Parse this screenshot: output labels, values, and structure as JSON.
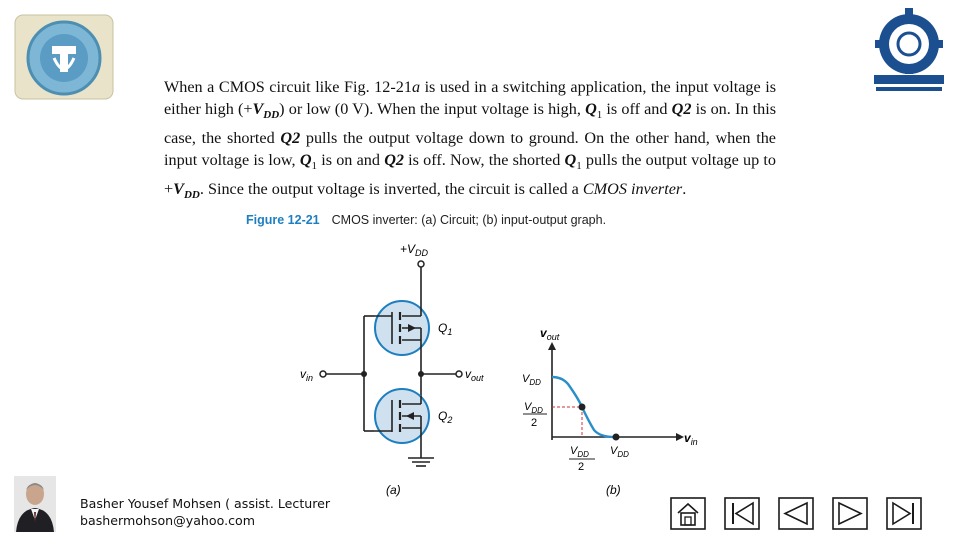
{
  "slide": {
    "paragraph": [
      {
        "t": "When a CMOS circuit like Fig. 12-21"
      },
      {
        "t": "a",
        "i": true
      },
      {
        "t": " is used in a switching application, the input voltage is either high (+"
      },
      {
        "t": "V",
        "i": true,
        "b": true
      },
      {
        "t": "DD",
        "i": true,
        "b": true,
        "sub": true
      },
      {
        "t": ") or low (0 V). When the input voltage is high, "
      },
      {
        "t": "Q",
        "i": true,
        "b": true
      },
      {
        "t": "1",
        "sub": true
      },
      {
        "t": " is off and "
      },
      {
        "t": "Q2",
        "i": true,
        "b": true
      },
      {
        "t": " is on. In this case, the shorted "
      },
      {
        "t": "Q2",
        "i": true,
        "b": true
      },
      {
        "t": " pulls the output voltage down to ground. On the other hand, when the input voltage is low, "
      },
      {
        "t": "Q",
        "i": true,
        "b": true
      },
      {
        "t": "1",
        "sub": true
      },
      {
        "t": " is on and "
      },
      {
        "t": "Q2",
        "i": true,
        "b": true
      },
      {
        "t": " is off. Now, the shorted "
      },
      {
        "t": "Q",
        "i": true,
        "b": true
      },
      {
        "t": "1",
        "sub": true
      },
      {
        "t": " pulls the output voltage up to +"
      },
      {
        "t": "V",
        "i": true,
        "b": true
      },
      {
        "t": "DD",
        "i": true,
        "b": true,
        "sub": true
      },
      {
        "t": ". Since the output voltage is inverted, the circuit is called a "
      },
      {
        "t": "CMOS inverter",
        "i": true
      },
      {
        "t": "."
      }
    ],
    "figure_number": "Figure 12-21",
    "figure_caption": "CMOS inverter: (a) Circuit; (b) input-output graph."
  },
  "circuit": {
    "vdd": "+V",
    "vdd_sub": "DD",
    "q1": "Q",
    "q1_sub": "1",
    "q2": "Q",
    "q2_sub": "2",
    "vin": "v",
    "vin_sub": "in",
    "vout": "v",
    "vout_sub": "out",
    "label": "(a)"
  },
  "graph": {
    "y_axis": "v",
    "y_axis_sub": "out",
    "x_axis": "v",
    "x_axis_sub": "in",
    "y_tick_top": "V",
    "y_tick_top_sub": "DD",
    "y_tick_mid_num": "V",
    "y_tick_mid_num_sub": "DD",
    "y_tick_mid_den": "2",
    "x_tick_mid_num": "V",
    "x_tick_mid_num_sub": "DD",
    "x_tick_mid_den": "2",
    "x_tick_end": "V",
    "x_tick_end_sub": "DD",
    "label": "(b)",
    "curve_color": "#2a8fc8"
  },
  "footer": {
    "author": "Basher Yousef Mohsen ( assist. Lecturer",
    "email": "bashermohson@yahoo.com"
  },
  "nav": {
    "home": "home-icon",
    "first": "first-icon",
    "prev": "prev-icon",
    "next": "next-icon",
    "last": "last-icon"
  },
  "colors": {
    "accent": "#1e7fc0",
    "nav_bg": "#ffffff",
    "nav_border": "#1a1a1a"
  }
}
